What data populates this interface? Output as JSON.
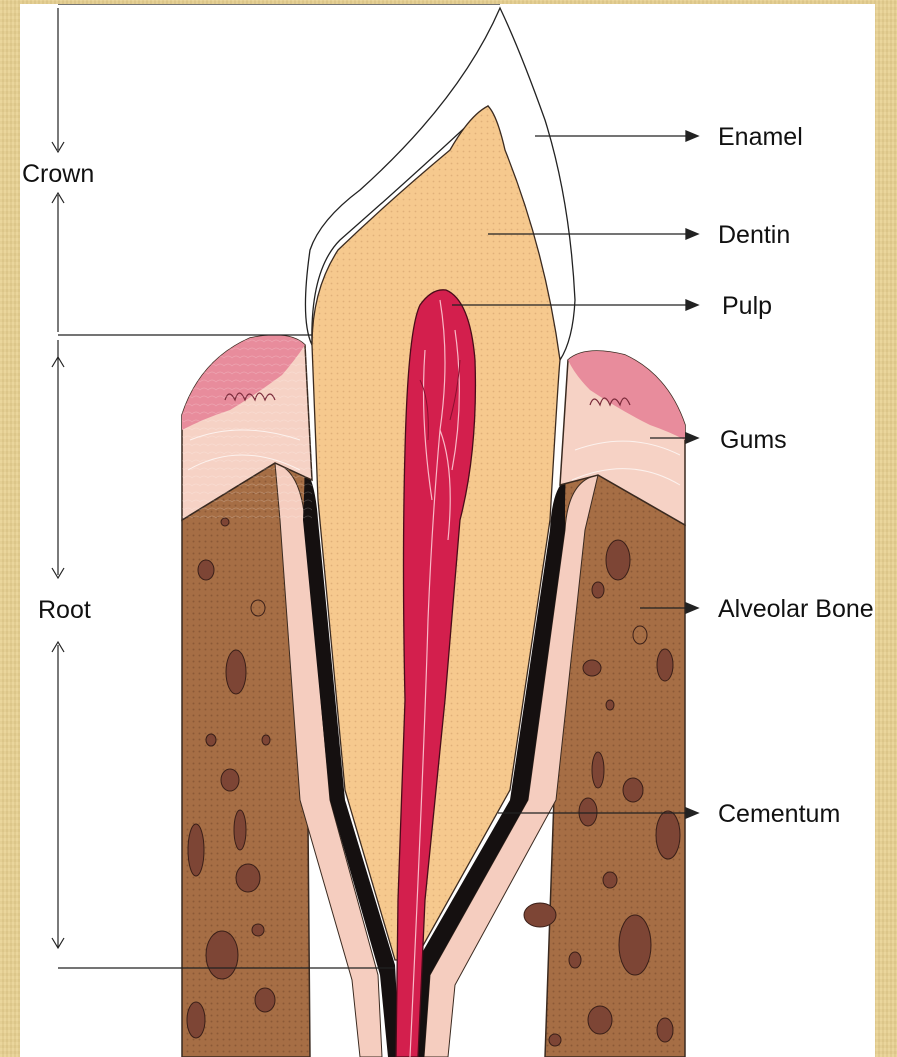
{
  "diagram": {
    "dimension_labels": {
      "crown": "Crown",
      "root": "Root"
    },
    "labels": [
      {
        "id": "enamel",
        "text": "Enamel"
      },
      {
        "id": "dentin",
        "text": "Dentin"
      },
      {
        "id": "pulp",
        "text": "Pulp"
      },
      {
        "id": "gums",
        "text": "Gums"
      },
      {
        "id": "alveolar-bone",
        "text": "Alveolar Bone"
      },
      {
        "id": "cementum",
        "text": "Cementum"
      }
    ],
    "colors": {
      "background": "#e8d190",
      "panel": "#ffffff",
      "enamel": "#ffffff",
      "dentin": "#f6c98e",
      "pulp": "#d21c4a",
      "gum_outer": "#e9909f",
      "gum_inner": "#f7d3c8",
      "bone": "#a06a44",
      "bone_spots": "#7a4331",
      "ligament": "#111111",
      "cementum": "#f3c8bc"
    }
  }
}
